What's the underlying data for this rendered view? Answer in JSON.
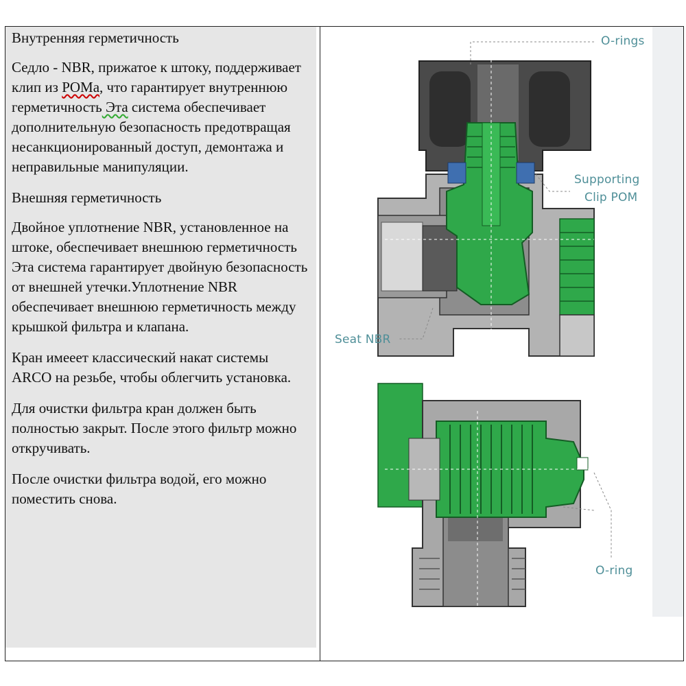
{
  "left_column": {
    "para1_heading": "Внутренняя герметичность",
    "para2": {
      "a": "Седло - NBR, прижатое к штоку, поддерживает клип из ",
      "b": "POMа",
      "c": ", что гарантирует внутреннюю герметичность",
      "d": " Эта",
      "e": " система обеспечивает дополнительную безопасность предотвращая несанкционированный доступ, демонтажа и неправильные манипуляции."
    },
    "para3_heading": "Внешняя герметичность",
    "para4": "Двойное уплотнение NBR, установленное на штоке, обеспечивает внешнюю герметичность Эта система гарантирует двойную безопасность от внешней утечки.Уплотнение NBR обеспечивает внешнюю герметичность между крышкой фильтра и клапана.",
    "para5": "Кран имееет классический накат системы ARCO на резьбе, чтобы облегчить установка.",
    "para6": "Для очистки фильтра кран должен быть полностью закрыт. После этого фильтр можно откручивать.",
    "para7": "После очистки фильтра водой, его можно поместить снова."
  },
  "diagram_labels": {
    "o_rings": "O-rings",
    "supporting": "Supporting",
    "clip_pom": "Clip POM",
    "seat_nbr": "Seat NBR",
    "o_ring": "O-ring"
  },
  "colors": {
    "green_part": "#2fa84a",
    "dark_body": "#4a4a4a",
    "grey_body": "#a8a8a8",
    "blue_seal": "#3f6fb0",
    "callout_text": "#4f8f98"
  }
}
